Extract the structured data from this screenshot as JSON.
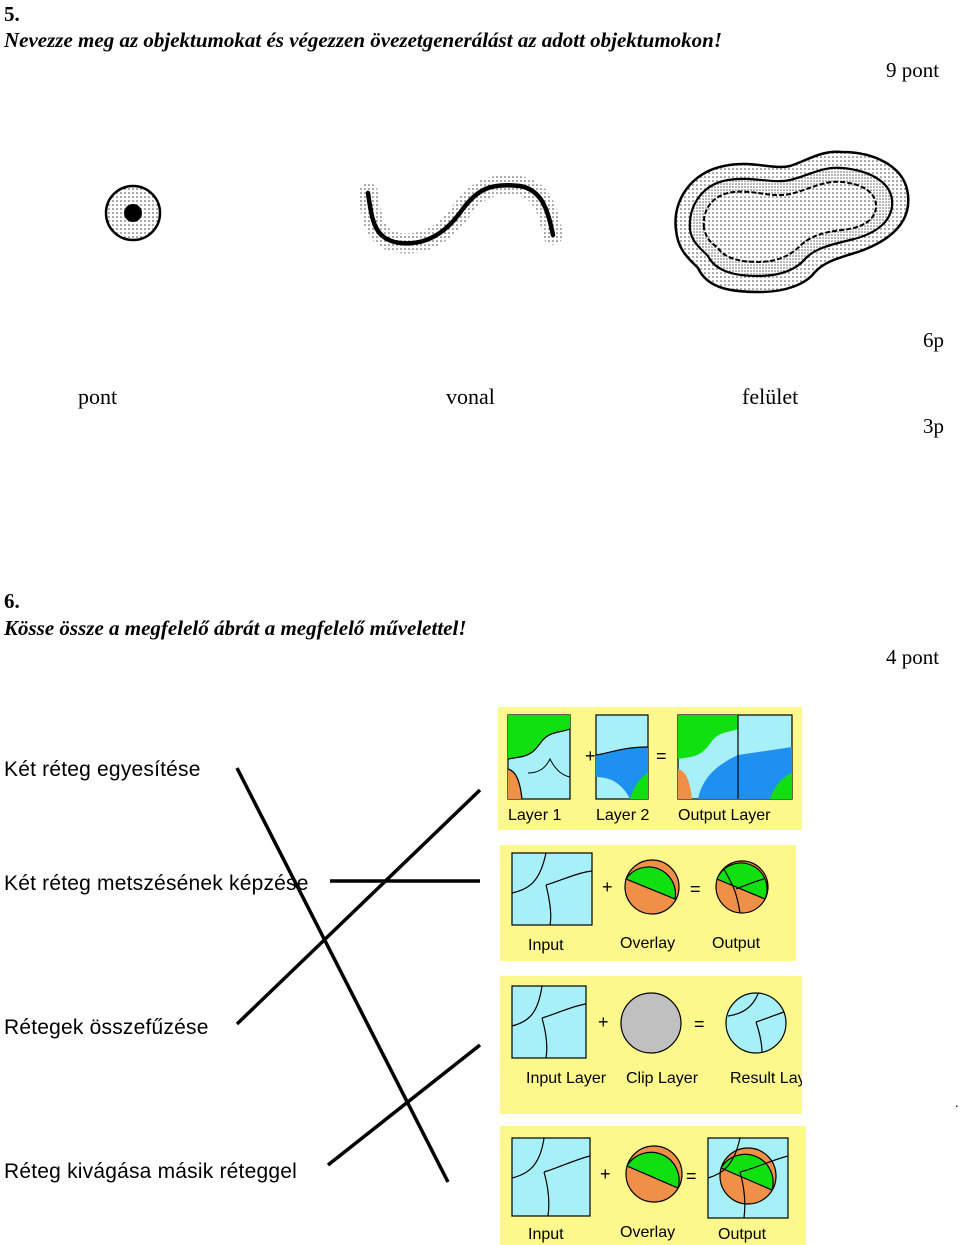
{
  "task5": {
    "number": "5.",
    "instruction": "Nevezze meg az objektumokat és végezzen övezetgenerálást az adott objektumokon!",
    "points": "9 pont",
    "labels": [
      "pont",
      "vonal",
      "felület"
    ],
    "subpoints": [
      "6p",
      "3p"
    ]
  },
  "task6": {
    "number": "6.",
    "instruction": "Kösse össze a megfelelő ábrát a megfelelő művelettel!",
    "points": "4 pont",
    "operations": [
      "Két réteg egyesítése",
      "Két réteg metszésének képzése",
      "Rétegek összefűzése",
      "Réteg kivágása másik réteggel"
    ],
    "figures": [
      {
        "labels": [
          "Layer 1",
          "Layer 2",
          "Output Layer"
        ],
        "plus": "+",
        "equals": "="
      },
      {
        "labels": [
          "Input",
          "Overlay",
          "Output"
        ],
        "plus": "+",
        "equals": "="
      },
      {
        "labels": [
          "Input Layer",
          "Clip Layer",
          "Result Layer"
        ],
        "plus": "+",
        "equals": "="
      },
      {
        "labels": [
          "Input",
          "Overlay",
          "Output"
        ],
        "plus": "+",
        "equals": "="
      }
    ],
    "stray_mark": "."
  },
  "colors": {
    "panel_bg": "#fdf88c",
    "water_light": "#a8f0f8",
    "water_dark": "#1e90f0",
    "green": "#10e010",
    "orange": "#f09048",
    "gray": "#c0c0c0"
  }
}
